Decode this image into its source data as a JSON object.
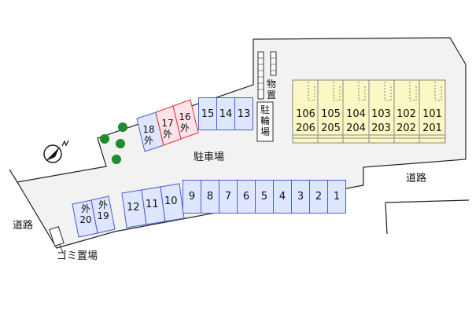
{
  "labels": {
    "parking_lot": "駐車場",
    "road_left": "道路",
    "road_right": "道路",
    "garbage": "ゴミ置場",
    "storage": [
      "物",
      "置"
    ],
    "bike_parking": [
      "駐",
      "輪",
      "場"
    ]
  },
  "units": {
    "upper": [
      "106",
      "105",
      "104",
      "103",
      "102",
      "101"
    ],
    "lower": [
      "206",
      "205",
      "204",
      "203",
      "202",
      "201"
    ]
  },
  "bottom_row": [
    "1",
    "2",
    "3",
    "4",
    "5",
    "6",
    "7",
    "8",
    "9",
    "10",
    "11",
    "12"
  ],
  "top_row": [
    "13",
    "14",
    "15"
  ],
  "angled": [
    {
      "num": "16",
      "tag": "外"
    },
    {
      "num": "17",
      "tag": "外"
    },
    {
      "num": "18",
      "tag": "外"
    }
  ],
  "outside_left": [
    {
      "num": "19",
      "tag": "外"
    },
    {
      "num": "20",
      "tag": "外"
    }
  ],
  "colors": {
    "parking_fill": "#dfe6ff",
    "parking_border": "#4a5ed0",
    "outside_border": "#e03030",
    "building_fill": "#fbf8c4",
    "lot_fill": "#f2f2f2",
    "tree": "#1e8c2a"
  },
  "icons": [
    "compass-north-icon",
    "tree-icon"
  ]
}
